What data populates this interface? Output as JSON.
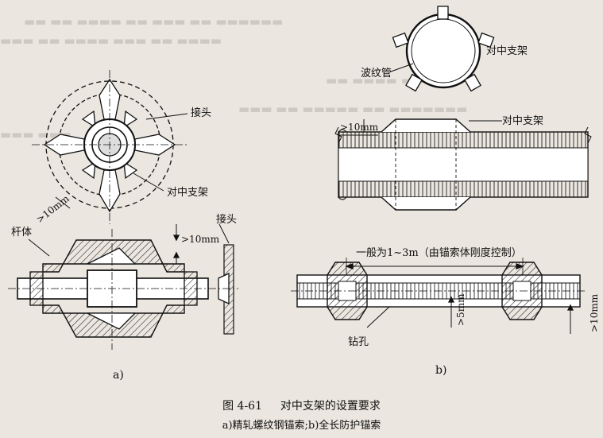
{
  "figure": {
    "caption_number": "图 4-61",
    "caption_title": "对中支架的设置要求",
    "subcaption": "a)精轧螺纹钢锚索;b)全长防护锚索"
  },
  "panel_a": {
    "label": "a)",
    "joint_label_top": "接头",
    "centralizer_label": "对中支架",
    "gap_label_side": ">10mm",
    "rod_label": "杆体",
    "gap_label_bottom": ">10mm",
    "joint_label_bottom": "接头"
  },
  "panel_b": {
    "label": "b)",
    "centralizer_label_top": "对中支架",
    "corrugated_pipe_label": "波纹管",
    "centralizer_label_mid": "对中支架",
    "gap_label_left": ">10mm",
    "spacing_label": "一般为1~3m（由锚索体刚度控制）",
    "gap_label_5mm": ">5mm",
    "drillhole_label": "钻孔",
    "gap_label_right": ">10mm"
  },
  "colors": {
    "ink": "#111111",
    "paper": "#ebe6df",
    "bleed": "#b9b3ad"
  }
}
